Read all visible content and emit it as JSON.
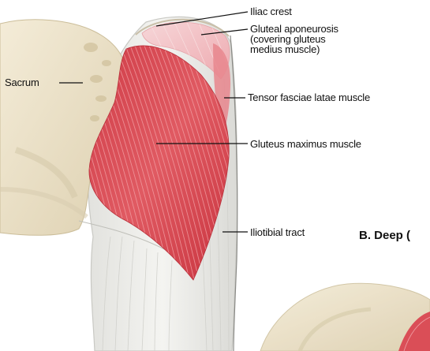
{
  "labels": {
    "iliac_crest": "Iliac crest",
    "gluteal_aponeurosis": [
      "Gluteal aponeurosis",
      "(covering gluteus",
      "medius muscle)"
    ],
    "sacrum": "Sacrum",
    "tensor_fasciae_latae": "Tensor fasciae latae muscle",
    "gluteus_maximus": "Gluteus maximus muscle",
    "iliotibial_tract": "Iliotibial tract"
  },
  "section_heading": "B. Deep (",
  "colors": {
    "muscle": "#d9454f",
    "muscle_light": "#ee9aa0",
    "aponeurosis": "#f3c6c9",
    "bone": "#efe6cf",
    "tendon": "#e6e6e2",
    "leader_line": "#111111"
  }
}
